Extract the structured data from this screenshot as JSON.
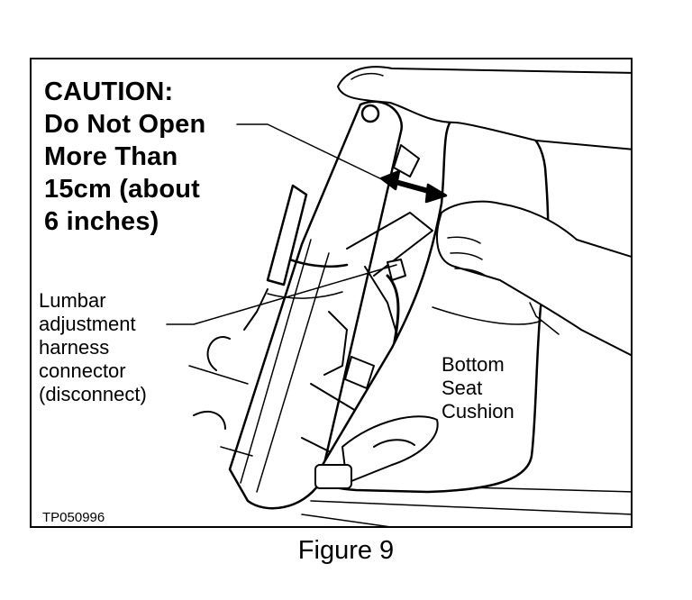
{
  "caution": {
    "lines": [
      "CAUTION:",
      "Do Not Open",
      "More Than",
      "15cm (about",
      "6 inches)"
    ]
  },
  "labels": {
    "lumbar": [
      "Lumbar",
      "adjustment",
      "harness",
      "connector",
      "(disconnect)"
    ],
    "seat": [
      "Bottom",
      "Seat",
      "Cushion"
    ]
  },
  "image_code": "TP050996",
  "caption": "Figure 9"
}
